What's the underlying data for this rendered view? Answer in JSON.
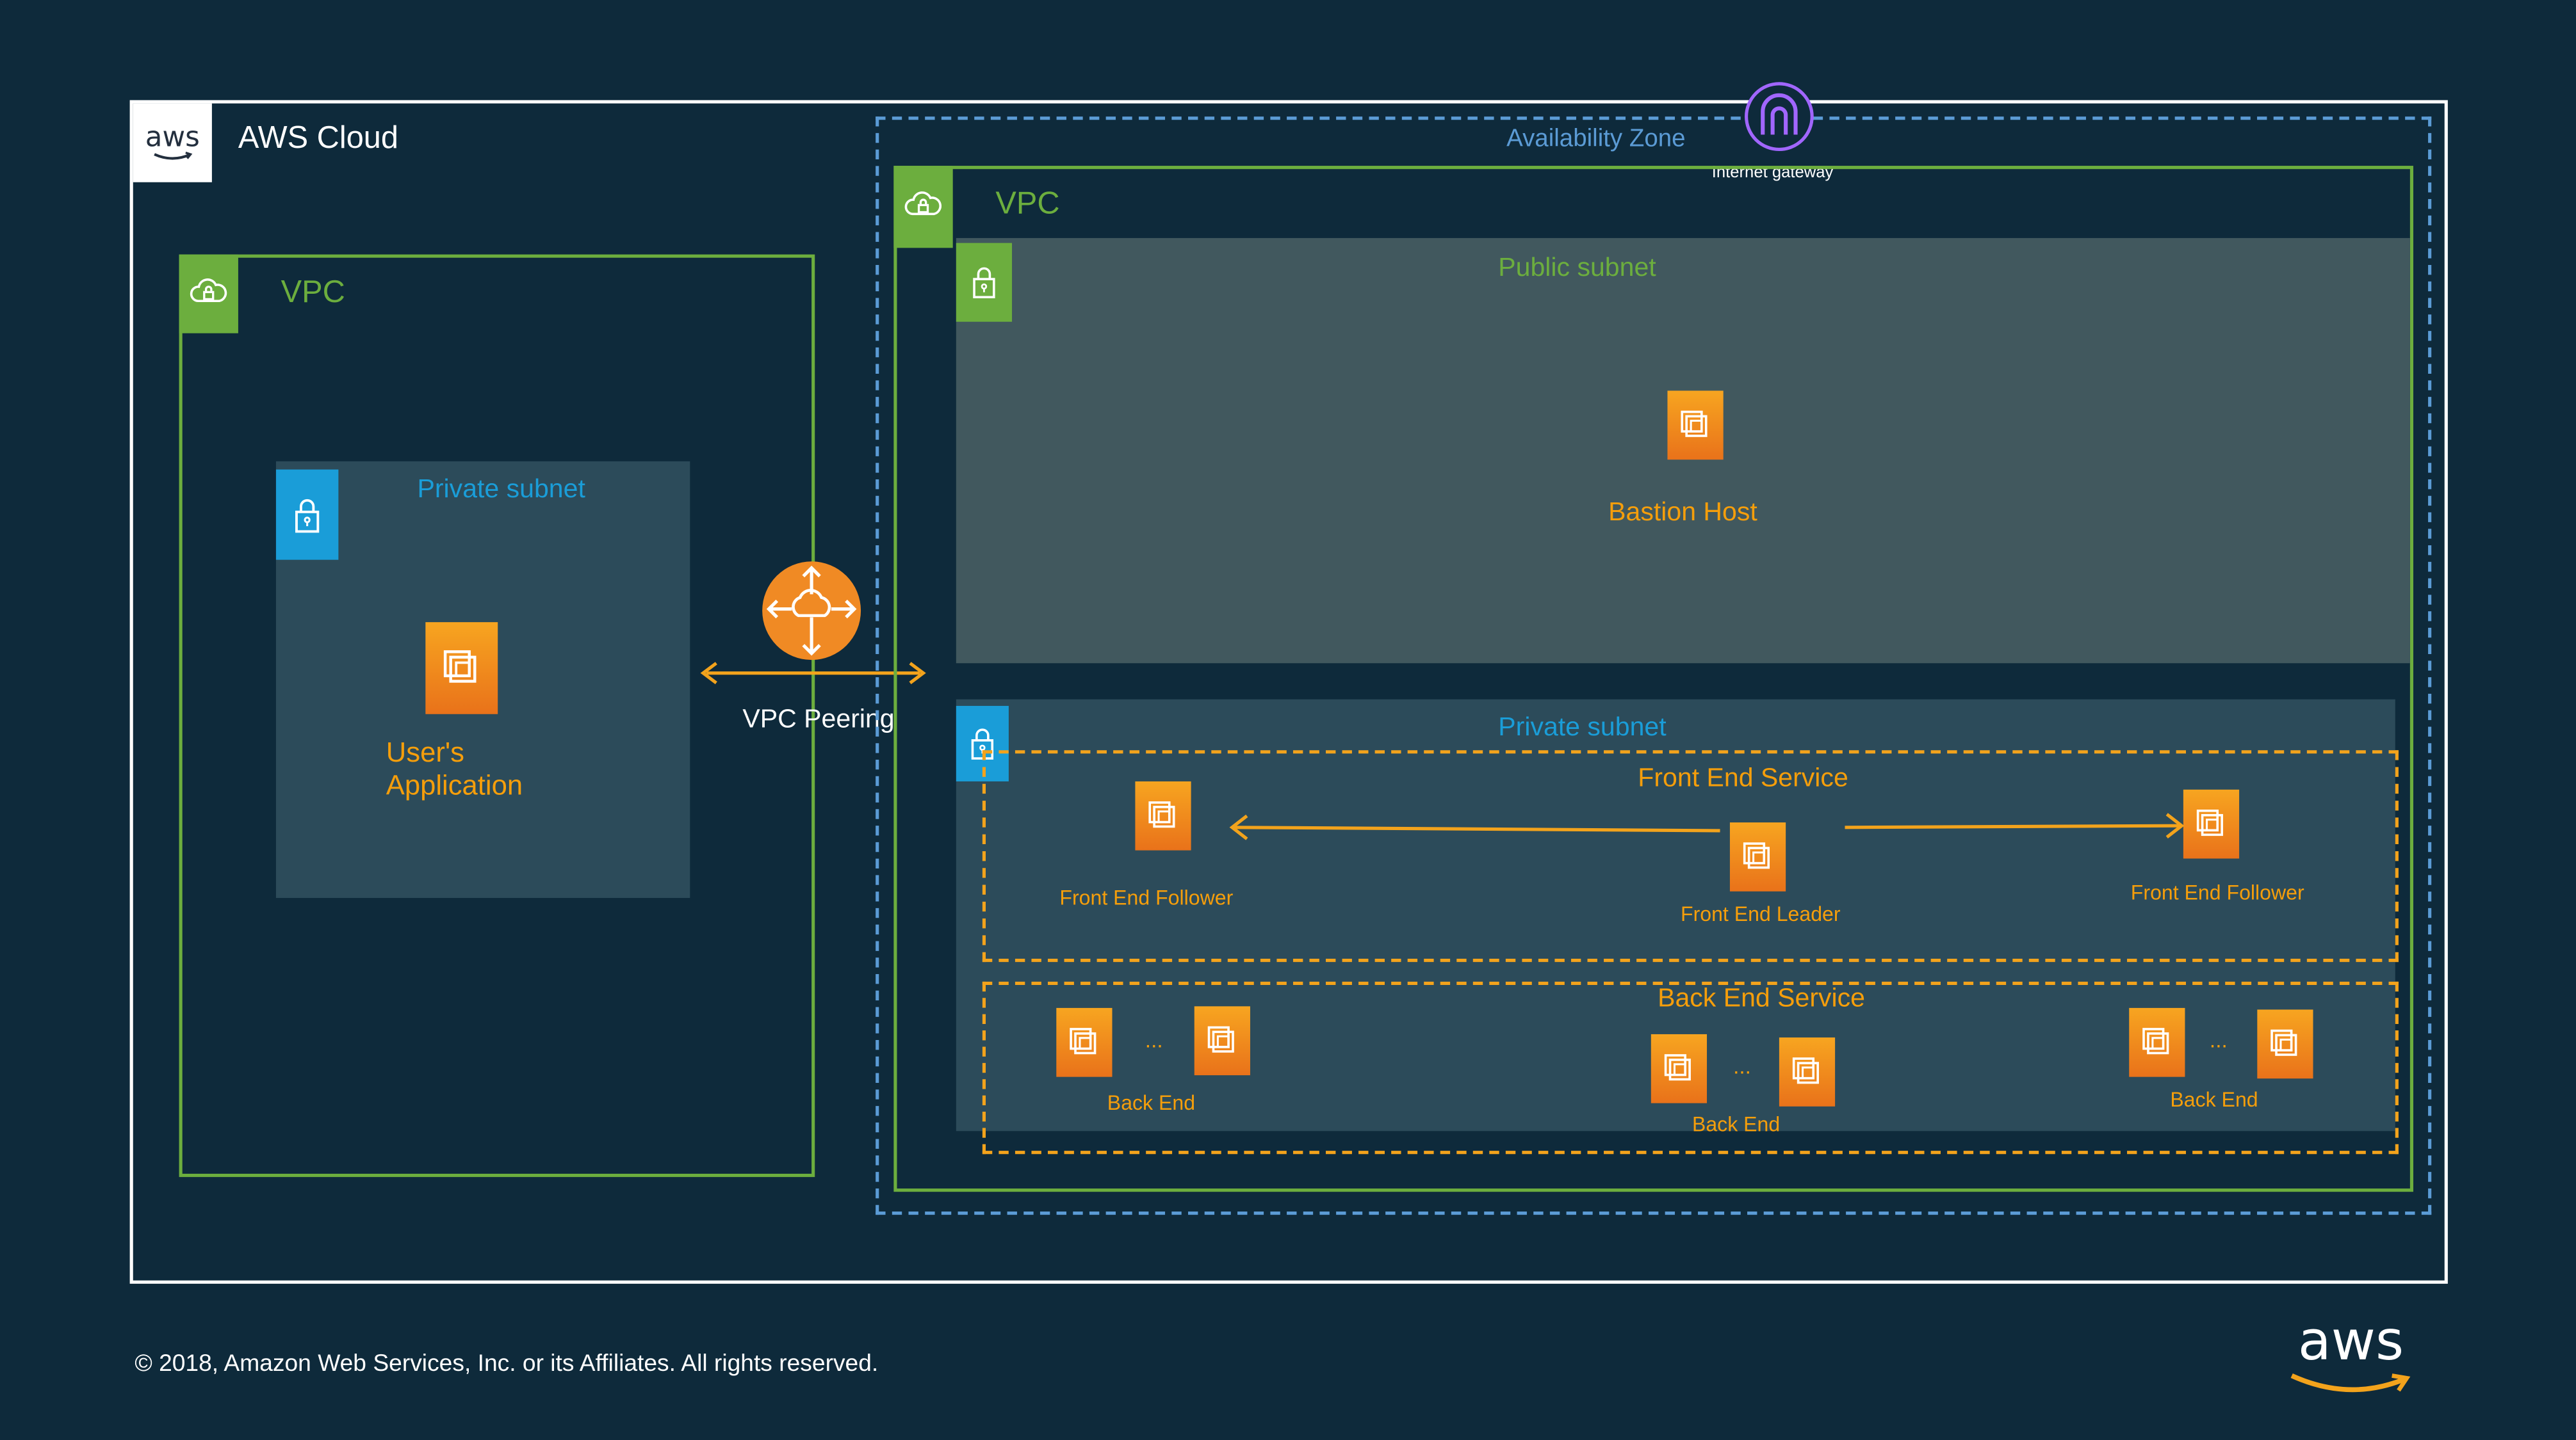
{
  "aws_cloud": {
    "label": "AWS Cloud",
    "logo_text": "aws"
  },
  "left_vpc": {
    "label": "VPC",
    "private_subnet": {
      "label": "Private subnet"
    },
    "app": {
      "label_line1": "User's",
      "label_line2": "Application"
    }
  },
  "peering": {
    "label": "VPC Peering"
  },
  "availability_zone": {
    "label": "Availability Zone"
  },
  "internet_gateway": {
    "label": "Internet gateway"
  },
  "right_vpc": {
    "label": "VPC",
    "public_subnet": {
      "label": "Public subnet",
      "bastion": "Bastion Host"
    },
    "private_subnet": {
      "label": "Private subnet",
      "front_end_service": {
        "label": "Front End Service",
        "follower_left": "Front End Follower",
        "leader": "Front End Leader",
        "follower_right": "Front End Follower"
      },
      "back_end_service": {
        "label": "Back End Service",
        "ellipsis": "...",
        "back_end_labels": [
          "Back End",
          "Back End",
          "Back End"
        ]
      }
    }
  },
  "footer": {
    "copyright": "© 2018, Amazon Web Services, Inc. or its Affiliates. All rights reserved.",
    "brand_logo_text": "aws"
  },
  "colors": {
    "background": "#0e2a3b",
    "vpc_green": "#6cae3e",
    "private_blue": "#1a9dd8",
    "ec2_orange": "#f59e0b",
    "az_blue": "#5b9bd5",
    "igw_purple": "#a166ff"
  }
}
